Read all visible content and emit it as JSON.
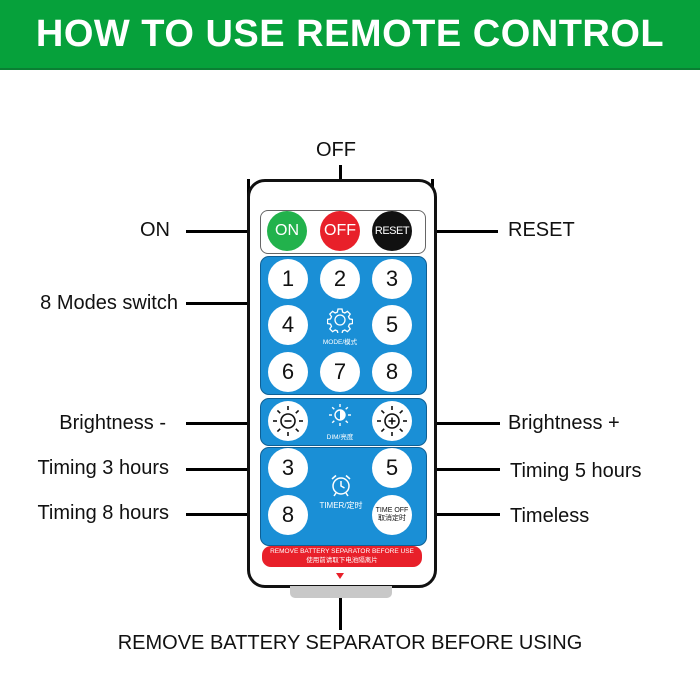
{
  "header": {
    "title": "HOW TO USE REMOTE CONTROL"
  },
  "colors": {
    "banner": "#06a13b",
    "panel_blue": "#1a8fd6",
    "on_green": "#22b24c",
    "off_red": "#e8202a",
    "reset_black": "#111111"
  },
  "callouts": {
    "top": "OFF",
    "left": [
      "ON",
      "8 Modes switch",
      "Brightness -",
      "Timing 3 hours",
      "Timing 8 hours"
    ],
    "right": [
      "RESET",
      "Brightness +",
      "Timing 5 hours",
      "Timeless"
    ],
    "bottom": "REMOVE BATTERY SEPARATOR BEFORE USING"
  },
  "remote": {
    "power_buttons": [
      {
        "label": "ON",
        "icon": "power-on"
      },
      {
        "label": "OFF",
        "icon": "power-off"
      },
      {
        "label": "RESET",
        "icon": "reset"
      }
    ],
    "mode_buttons": [
      "1",
      "2",
      "3",
      "4",
      "5",
      "6",
      "7",
      "8"
    ],
    "mode_caption": "MODE/模式",
    "mode_icon": "gear-icon",
    "dim_caption": "DIM/亮度",
    "dim_icons": [
      "brightness-down-icon",
      "brightness-icon",
      "brightness-up-icon"
    ],
    "timer_buttons": [
      "3",
      "5",
      "8"
    ],
    "timer_off": {
      "line1": "TIME OFF",
      "line2": "取消定时"
    },
    "timer_caption": "TIMER/定时",
    "timer_icon": "alarm-clock-icon",
    "separator_strip": {
      "line1": "REMOVE BATTERY SEPARATOR BEFORE USE",
      "line2": "使用前请取下电池隔离片"
    }
  }
}
